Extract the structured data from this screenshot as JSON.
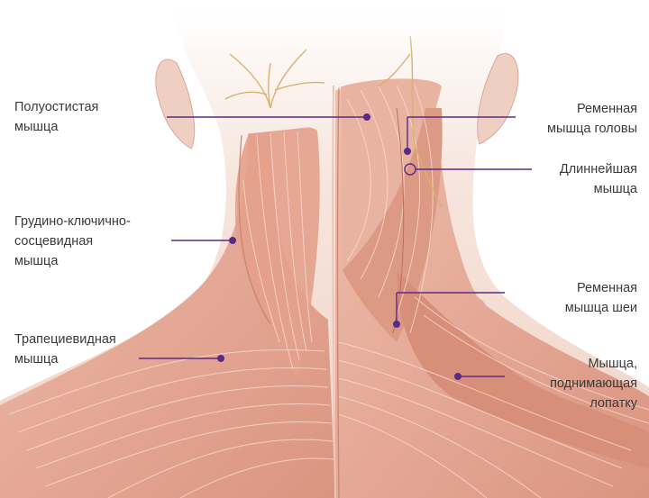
{
  "colors": {
    "skin": "#f4dfd6",
    "muscle": "#e6aa96",
    "muscle_dark": "#c98472",
    "fiber": "#f6d4c7",
    "leader": "#5b2a86",
    "text": "#3a3a3a"
  },
  "labels": {
    "semispinalis": {
      "line1": "Полуостистая",
      "line2": "мышца"
    },
    "scm": {
      "line1": "Грудино-ключично-",
      "line2": "сосцевидная",
      "line3": "мышца"
    },
    "trapezius": {
      "line1": "Трапециевидная",
      "line2": "мышца"
    },
    "splenius_capitis": {
      "line1": "Ременная",
      "line2": "мышца головы"
    },
    "longissimus": {
      "line1": "Длиннейшая",
      "line2": "мышца"
    },
    "splenius_cervicis": {
      "line1": "Ременная",
      "line2": "мышца шеи"
    },
    "levator_scapulae": {
      "line1": "Мышца,",
      "line2": "поднимающая",
      "line3": "лопатку"
    }
  }
}
